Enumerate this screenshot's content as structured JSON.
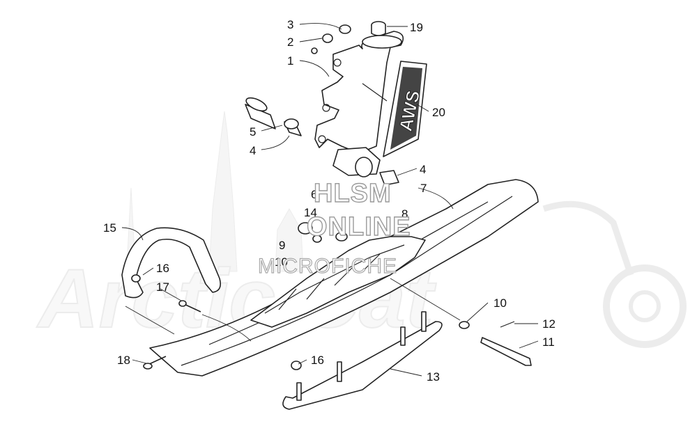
{
  "watermark": {
    "line1": "HLSM",
    "line2": "ONLINE",
    "line3": "MICROFICHE",
    "brand": "Arctic Cat",
    "brand_color": "#dcdcdc"
  },
  "decal_text": "AWS",
  "callouts": [
    "3",
    "2",
    "1",
    "19",
    "20",
    "5",
    "4",
    "4",
    "6",
    "7",
    "8",
    "14",
    "9",
    "10",
    "15",
    "16",
    "17",
    "10",
    "12",
    "11",
    "18",
    "16",
    "13"
  ],
  "colors": {
    "line": "#222222",
    "background": "#ffffff",
    "watermark": "#9a9a9a"
  }
}
